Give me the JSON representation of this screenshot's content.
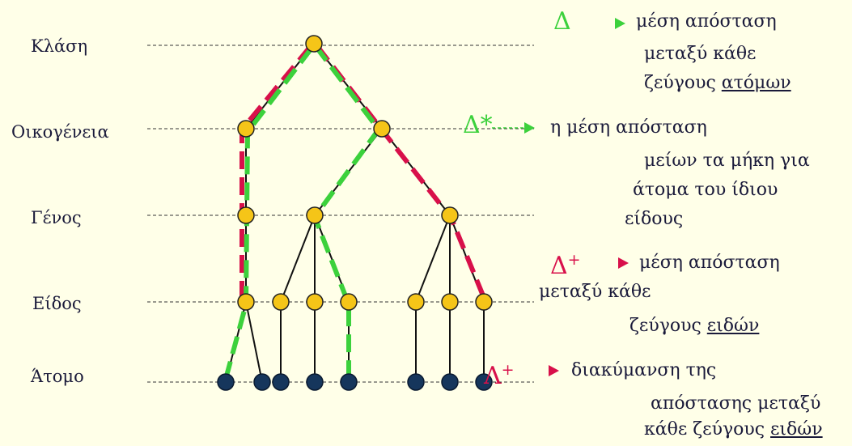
{
  "levels": {
    "class": "Κλάση",
    "family": "Οικογένεια",
    "genus": "Γένος",
    "species": "Είδος",
    "individual": "Άτομο"
  },
  "legend": {
    "delta": {
      "symbol": "Δ",
      "line1": "μέση απόσταση",
      "line2": "μεταξύ κάθε",
      "line3_prefix": "ζεύγους ",
      "line3_underlined": "ατόμων"
    },
    "delta_star": {
      "symbol": "Δ*",
      "line1": "η μέση απόσταση",
      "line2": "μείων τα μήκη για",
      "line3": "άτομα του ίδιου",
      "line4": "είδους"
    },
    "delta_plus": {
      "symbol": "Δ",
      "sup": "+",
      "line1": "μέση απόσταση",
      "line2": "μεταξύ κάθε",
      "line3_prefix": "ζεύγους ",
      "line3_underlined": "ειδών"
    },
    "lambda_plus": {
      "symbol": "Λ",
      "sup": "+",
      "line1": "διακύμανση της",
      "line2": "απόστασης μεταξύ",
      "line3_prefix": "κάθε ζεύγους ",
      "line3_underlined": "ειδών"
    }
  },
  "colors": {
    "background": "#ffffe8",
    "node_fill": "#f5c518",
    "leaf_fill": "#16365c",
    "green": "#3cd13c",
    "magenta": "#d8104a",
    "text": "#1a1a3a"
  }
}
